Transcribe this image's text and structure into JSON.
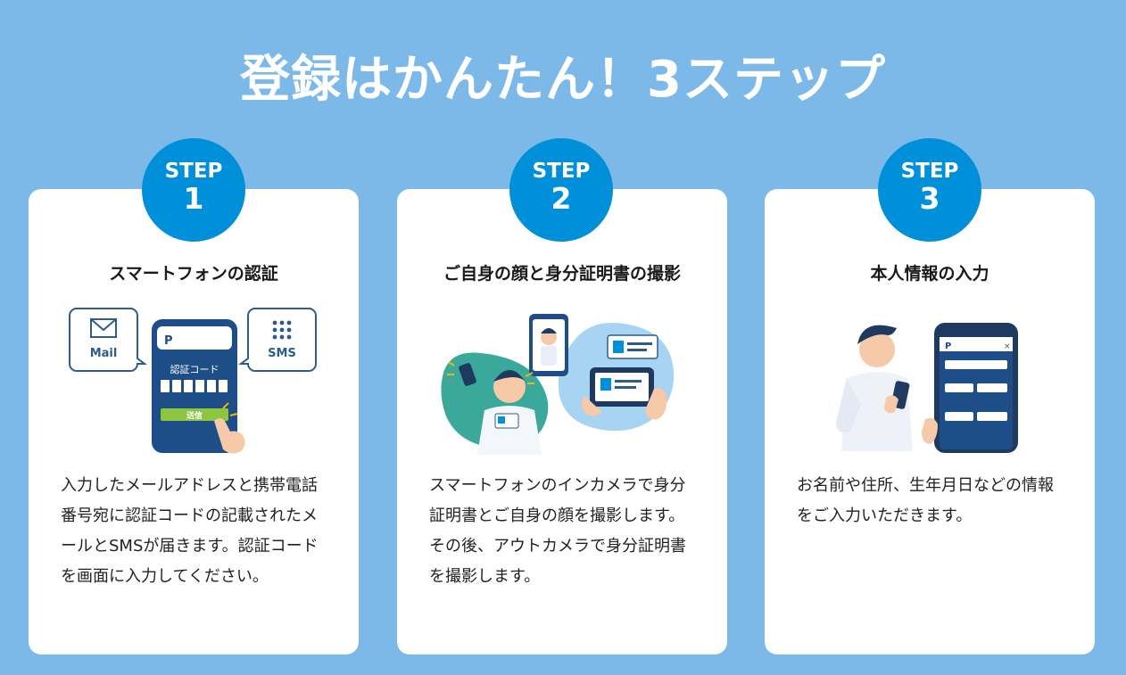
{
  "page": {
    "title": "登録はかんたん！3ステップ"
  },
  "steps": [
    {
      "badge_label": "STEP",
      "badge_number": "1",
      "heading": "スマートフォンの認証",
      "illustration": {
        "mail_label": "Mail",
        "sms_label": "SMS",
        "code_label": "認証コード",
        "send_label": "送信",
        "icons": [
          "mail-icon",
          "grid-dots-icon"
        ]
      },
      "description": "入力したメールアドレスと携帯電話番号宛に認証コードの記載されたメールとSMSが届きます。認証コードを画面に入力してください。"
    },
    {
      "badge_label": "STEP",
      "badge_number": "2",
      "heading": "ご自身の顔と身分証明書の撮影",
      "description": "スマートフォンのインカメラで身分証明書とご自身の顔を撮影します。その後、アウトカメラで身分証明書を撮影します。"
    },
    {
      "badge_label": "STEP",
      "badge_number": "3",
      "heading": "本人情報の入力",
      "description": "お名前や住所、生年月日などの情報をご入力いただきます。"
    }
  ],
  "colors": {
    "background": "#7cb9e8",
    "accent": "#0090d9",
    "card": "#ffffff",
    "phone": "#1e4e87",
    "send": "#8cc63f"
  }
}
